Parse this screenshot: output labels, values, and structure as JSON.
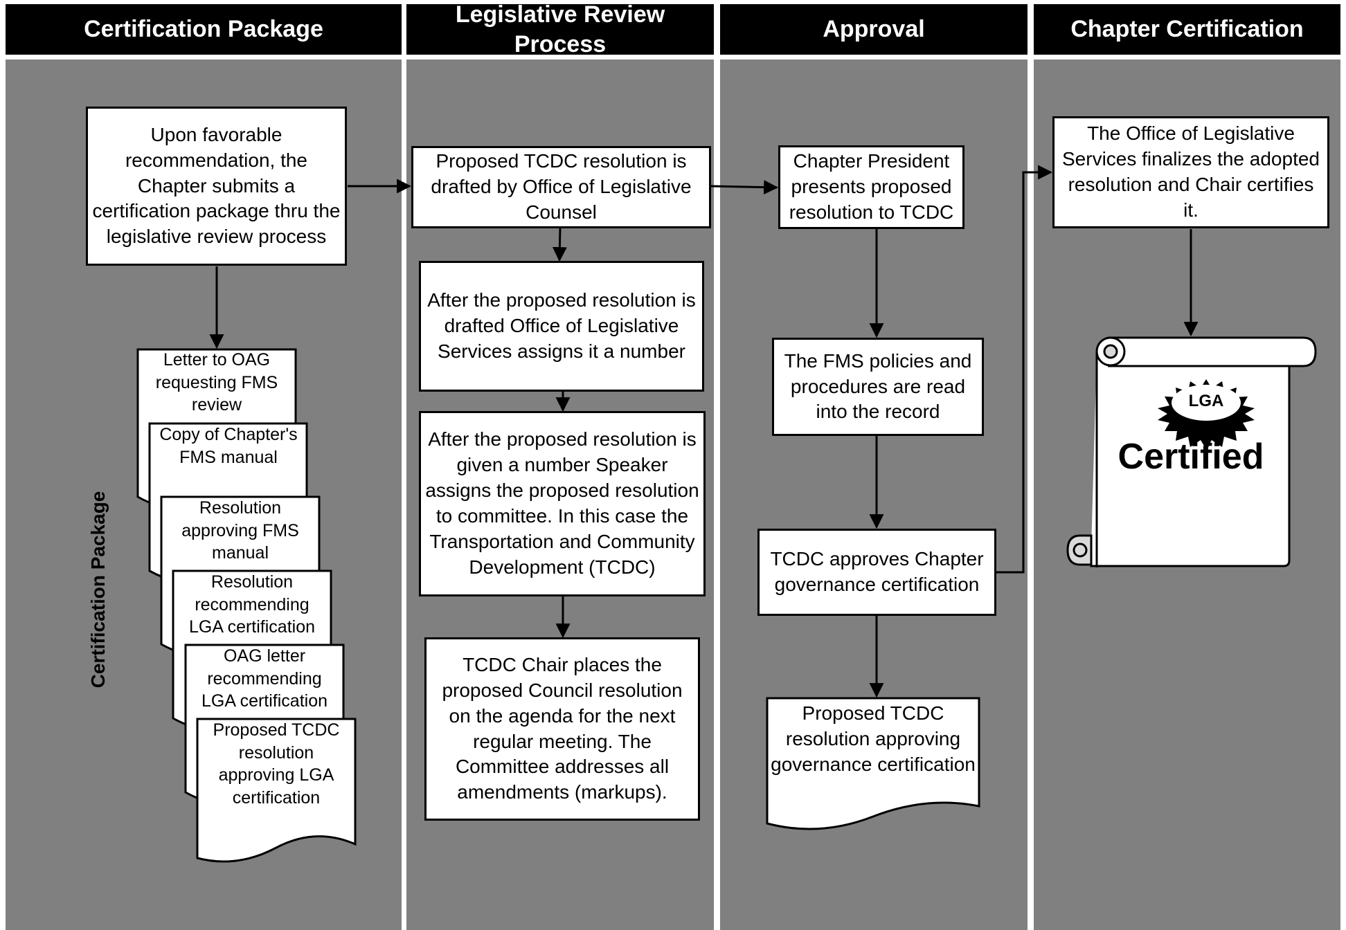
{
  "lanes": {
    "certification_package": "Certification Package",
    "legislative_review": "Legislative Review Process",
    "approval": "Approval",
    "chapter_certification": "Chapter Certification"
  },
  "side_label": "Certification Package",
  "package": {
    "submit": "Upon favorable recommendation, the Chapter submits a certification package thru the legislative review process",
    "documents": [
      "Letter to OAG requesting FMS review",
      "Copy of Chapter's FMS manual",
      "Resolution approving FMS manual",
      "Resolution recommending LGA certification",
      "OAG letter recommending LGA certification",
      "Proposed TCDC resolution approving LGA certification"
    ]
  },
  "review": {
    "drafted": "Proposed TCDC resolution is drafted by Office of Legislative Counsel",
    "numbered": "After the proposed resolution is drafted Office of Legislative Services assigns it a number",
    "assigned": "After the proposed resolution is given a number Speaker assigns the proposed resolution to committee. In this case the Transportation and Community Development (TCDC)",
    "agenda": "TCDC Chair places the proposed Council resolution on the agenda for the next regular meeting. The Committee addresses all amendments (markups)."
  },
  "approval": {
    "presents": "Chapter President presents proposed resolution to TCDC",
    "read": "The FMS policies and procedures are read into the record",
    "approves": "TCDC approves Chapter governance certification",
    "document": "Proposed TCDC resolution approving governance certification"
  },
  "certification": {
    "finalizes": "The Office of Legislative Services finalizes the adopted resolution and Chair certifies it.",
    "seal_text": "LGA",
    "certified": "Certified"
  }
}
